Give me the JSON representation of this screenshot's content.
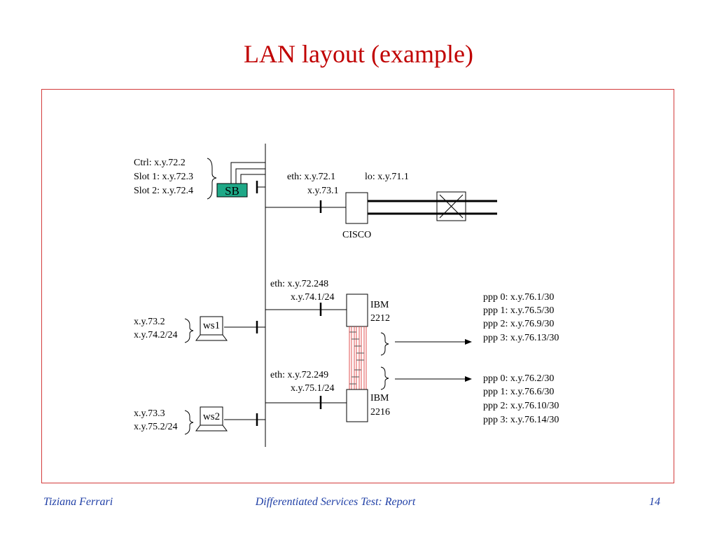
{
  "slide": {
    "title": "LAN layout (example)",
    "footer_author": "Tiziana Ferrari",
    "footer_title": "Differentiated Services Test: Report",
    "page_number": "14"
  },
  "colors": {
    "title": "#c00000",
    "frame_border": "#d33b3b",
    "footer": "#1f3fa6",
    "sb_fill": "#1fa887",
    "link_red": "#e05050"
  },
  "diagram": {
    "sb": {
      "label": "SB",
      "addresses": [
        "Ctrl:    x.y.72.2",
        "Slot 1: x.y.72.3",
        "Slot 2: x.y.72.4"
      ]
    },
    "cisco": {
      "label": "CISCO",
      "eth": "eth: x.y.72.1",
      "eth2": "x.y.73.1",
      "lo": "lo:   x.y.71.1"
    },
    "ibm2212": {
      "label1": "IBM",
      "label2": "2212",
      "eth1": "eth: x.y.72.248",
      "eth2": "x.y.74.1/24"
    },
    "ibm2216": {
      "label1": "IBM",
      "label2": "2216",
      "eth1": "eth: x.y.72.249",
      "eth2": "x.y.75.1/24"
    },
    "ws1": {
      "label": "ws1",
      "addr1": "x.y.73.2",
      "addr2": "x.y.74.2/24"
    },
    "ws2": {
      "label": "ws2",
      "addr1": "x.y.73.3",
      "addr2": "x.y.75.2/24"
    },
    "ppp_group1": [
      "ppp 0: x.y.76.1/30",
      "ppp 1: x.y.76.5/30",
      "ppp 2: x.y.76.9/30",
      "ppp 3: x.y.76.13/30"
    ],
    "ppp_group2": [
      "ppp 0: x.y.76.2/30",
      "ppp 1: x.y.76.6/30",
      "ppp 2: x.y.76.10/30",
      "ppp 3: x.y.76.14/30"
    ]
  }
}
